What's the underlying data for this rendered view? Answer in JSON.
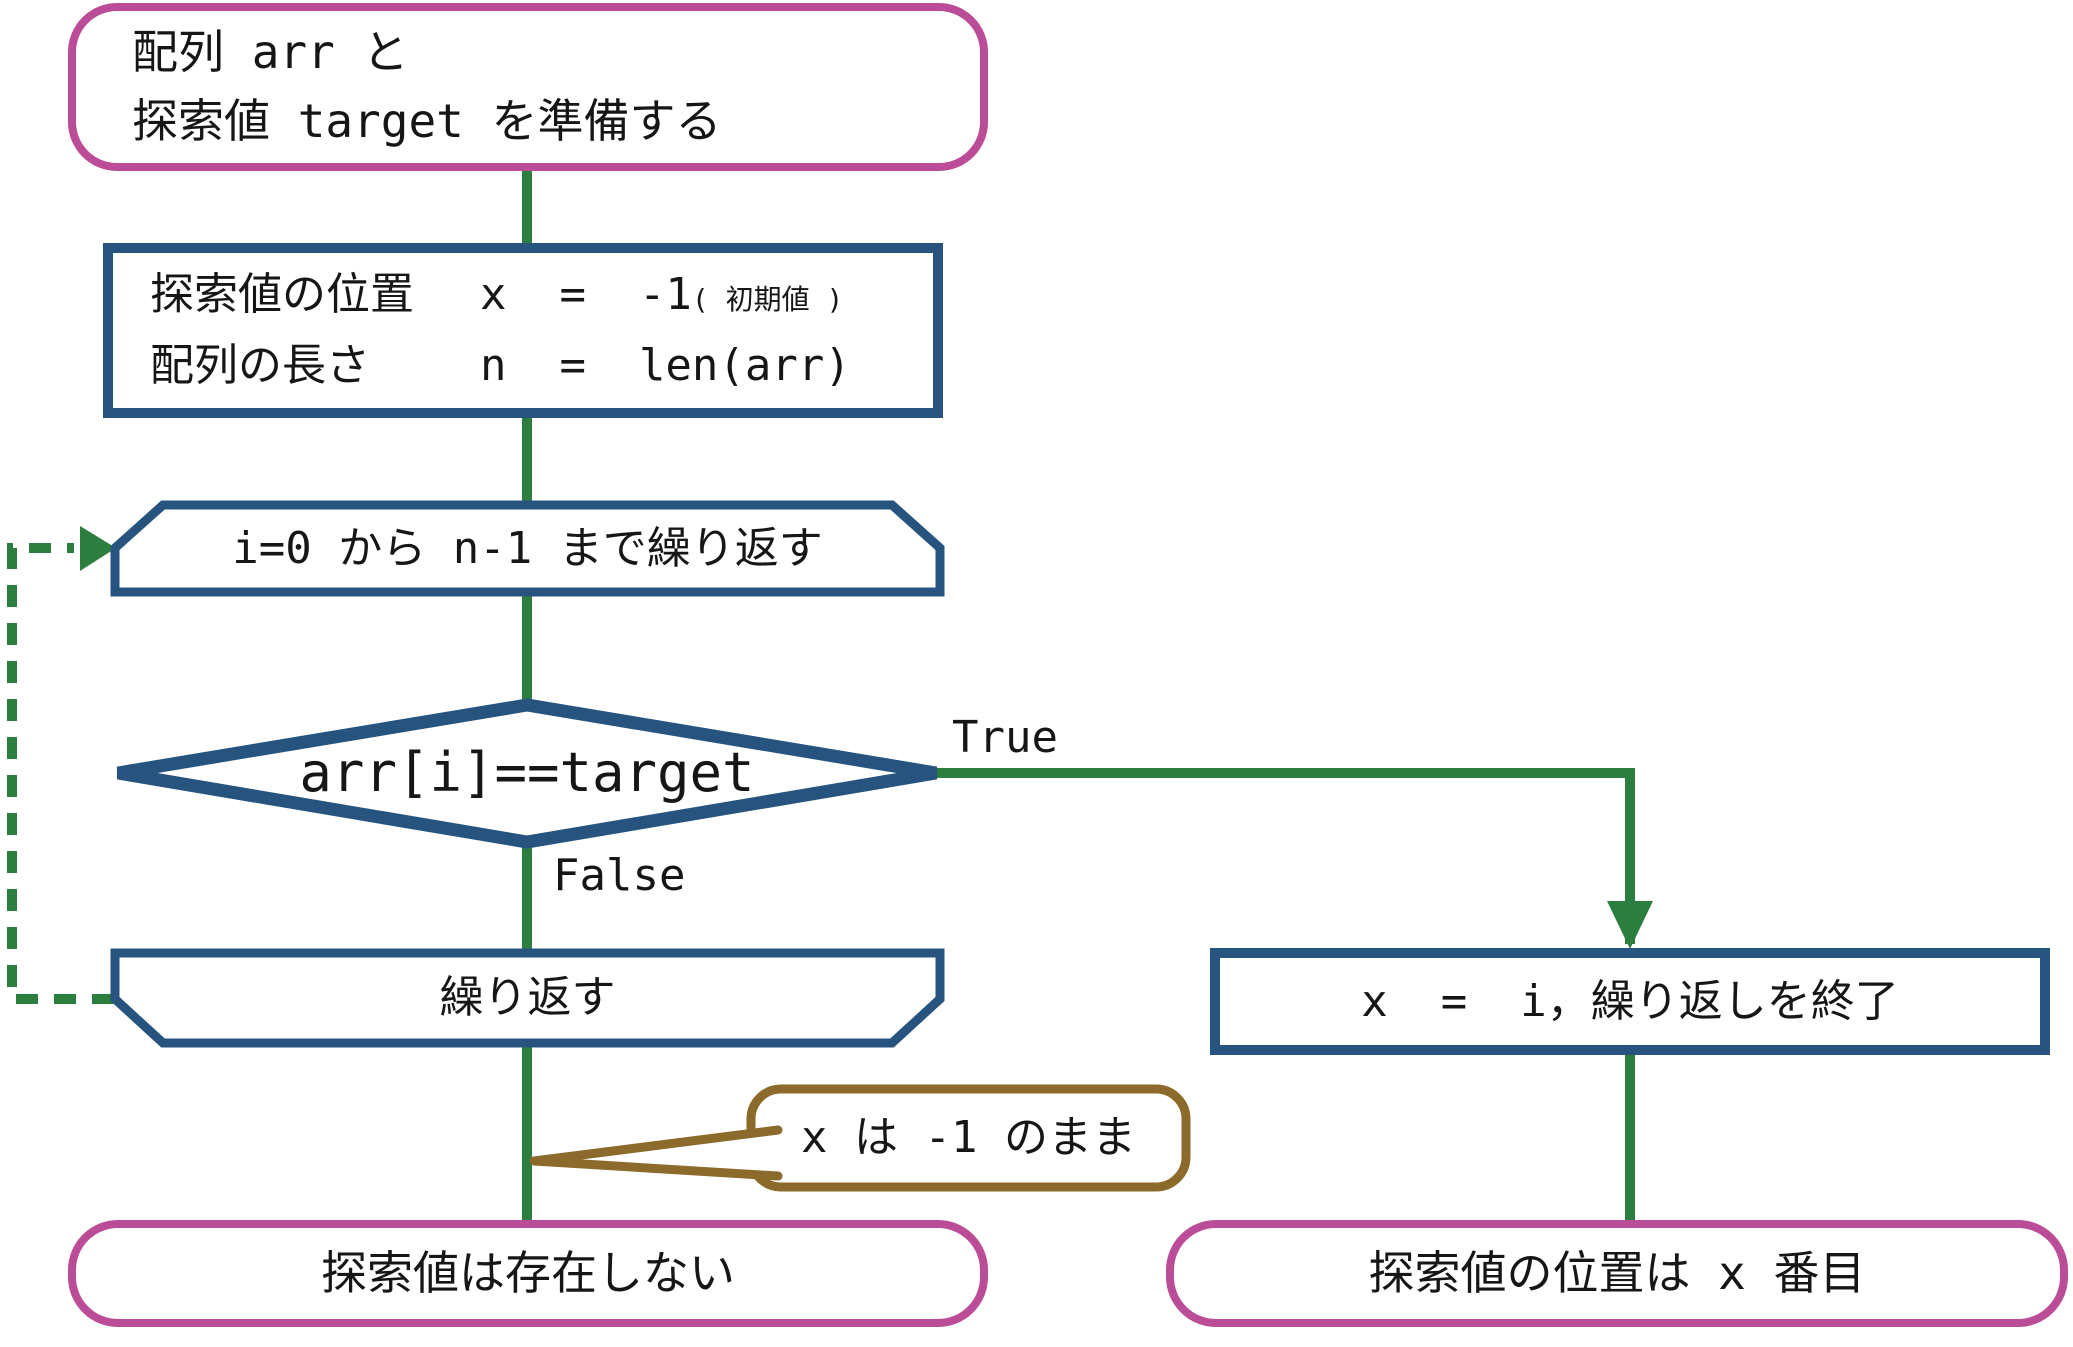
{
  "colors": {
    "terminal_pink": "#ba4c98",
    "process_blue": "#27547e",
    "flow_green": "#2b7e3e",
    "note_brown": "#8c6a2b",
    "shape_fill": "#ffffff",
    "text": "#161616"
  },
  "nodes": {
    "start": {
      "line1": "配列 arr と",
      "line2": "探索値 target を準備する"
    },
    "init": {
      "row1_label": "探索値の位置",
      "row1_code": "x  =  -1",
      "row1_note": "( 初期値 )",
      "row2_label": "配列の長さ",
      "row2_code": "n  =  len(arr)"
    },
    "loop_start": {
      "label": "i=0 から n-1 まで繰り返す"
    },
    "decision": {
      "label": "arr[i]==target"
    },
    "loop_end": {
      "label": "繰り返す"
    },
    "exit_loop": {
      "label": "x  =  i，繰り返しを終了"
    },
    "note": {
      "label": "x は -1 のまま"
    },
    "end_not_found": {
      "label": "探索値は存在しない"
    },
    "end_found": {
      "label": "探索値の位置は x 番目"
    }
  },
  "edges": {
    "true_label": "True",
    "false_label": "False"
  }
}
